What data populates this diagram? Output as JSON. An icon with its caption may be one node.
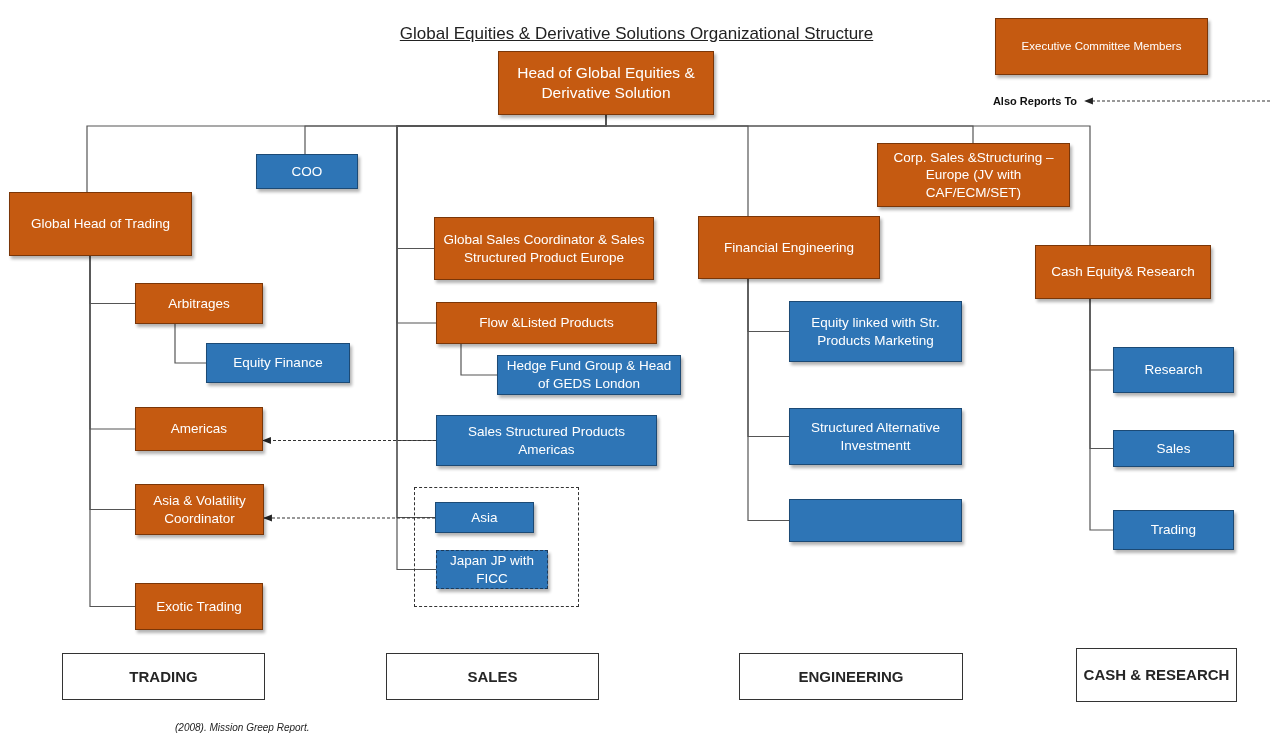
{
  "diagram": {
    "title": "Global Equities & Derivative Solutions Organizational Structure",
    "caption": "(2008). Mission Greep Report.",
    "nodes": [
      {
        "text": [
          "Head of Global Equities & Derivative Solution"
        ]
      },
      {
        "text": [
          "Executive Committee Members"
        ]
      },
      {
        "text": [
          "Also Reports To"
        ]
      },
      {
        "text": [
          "COO"
        ]
      },
      {
        "text": [
          "Global Head of Trading"
        ]
      },
      {
        "text": [
          "Arbitrages"
        ]
      },
      {
        "text": [
          "Equity Finance"
        ]
      },
      {
        "text": [
          "Americas"
        ]
      },
      {
        "text": [
          "Asia & Volatility Coordinator"
        ]
      },
      {
        "text": [
          "Exotic Trading"
        ]
      },
      {
        "text": [
          "Global Sales Coordinator & Sales Structured Product Europe"
        ]
      },
      {
        "text": [
          "Flow &Listed Products"
        ]
      },
      {
        "text": [
          "Hedge Fund Group & Head of GEDS London"
        ]
      },
      {
        "text": [
          "Sales Structured Products Americas"
        ]
      },
      {
        "text": [],
        "shape": "box"
      },
      {
        "text": [
          "Asia"
        ],
        "in": 14
      },
      {
        "text": [
          "Japan JP with FICC"
        ],
        "in": 14
      },
      {
        "text": [
          "Corp. Sales &Structuring – Europe (JV with CAF/ECM/SET)"
        ]
      },
      {
        "text": [
          "Financial Engineering"
        ]
      },
      {
        "text": [
          "Equity linked with Str. Products Marketing"
        ]
      },
      {
        "text": [
          "Structured Alternative Investmentt"
        ]
      },
      {
        "text": [],
        "shape": "box"
      },
      {
        "text": [
          "Cash Equity& Research"
        ]
      },
      {
        "text": [
          "Research"
        ]
      },
      {
        "text": [
          "Sales"
        ]
      },
      {
        "text": [
          "Trading"
        ]
      },
      {
        "text": [
          "TRADING"
        ]
      },
      {
        "text": [
          "SALES"
        ]
      },
      {
        "text": [
          "ENGINEERING"
        ]
      },
      {
        "text": [
          "CASH & RESEARCH"
        ]
      }
    ],
    "edges": [
      {
        "from": 0,
        "to": 4,
        "arrow": "none"
      },
      {
        "from": 0,
        "to": 3,
        "arrow": "none"
      },
      {
        "from": 0,
        "to": 10,
        "arrow": "none"
      },
      {
        "from": 0,
        "to": 11,
        "arrow": "none"
      },
      {
        "from": 0,
        "to": 13,
        "arrow": "none"
      },
      {
        "from": 0,
        "to": 15,
        "arrow": "none"
      },
      {
        "from": 0,
        "to": 16,
        "arrow": "none"
      },
      {
        "from": 0,
        "to": 18,
        "arrow": "none"
      },
      {
        "from": 0,
        "to": 17,
        "arrow": "none"
      },
      {
        "from": 0,
        "to": 22,
        "arrow": "none"
      },
      {
        "from": 4,
        "to": 5,
        "arrow": "none"
      },
      {
        "from": 4,
        "to": 7,
        "arrow": "none"
      },
      {
        "from": 4,
        "to": 8,
        "arrow": "none"
      },
      {
        "from": 4,
        "to": 9,
        "arrow": "none"
      },
      {
        "from": 5,
        "to": 6,
        "arrow": "none"
      },
      {
        "from": 11,
        "to": 12,
        "arrow": "none"
      },
      {
        "from": 18,
        "to": 19,
        "arrow": "none"
      },
      {
        "from": 18,
        "to": 20,
        "arrow": "none"
      },
      {
        "from": 18,
        "to": 21,
        "arrow": "none"
      },
      {
        "from": 22,
        "to": 23,
        "arrow": "none"
      },
      {
        "from": 22,
        "to": 24,
        "arrow": "none"
      },
      {
        "from": 22,
        "to": 25,
        "arrow": "none"
      },
      {
        "from": 13,
        "to": 7,
        "arrow": "to",
        "style": "dashed"
      },
      {
        "from": 15,
        "to": 8,
        "arrow": "to",
        "style": "dashed"
      },
      {
        "from": null,
        "to": 2,
        "arrow": "to",
        "style": "dashed"
      }
    ]
  }
}
